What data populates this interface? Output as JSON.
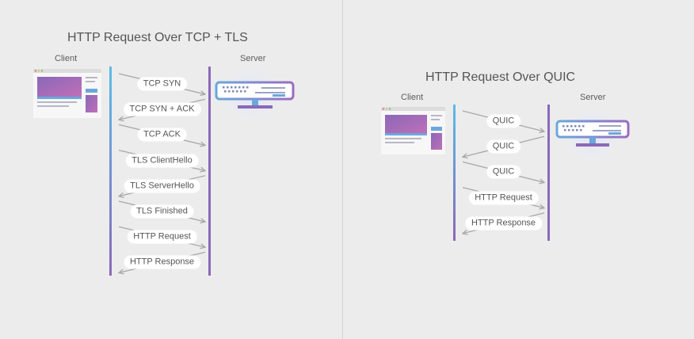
{
  "tcp": {
    "title": "HTTP Request Over TCP + TLS",
    "client_label": "Client",
    "server_label": "Server",
    "messages": [
      {
        "label": "TCP SYN",
        "direction": "to-server"
      },
      {
        "label": "TCP SYN + ACK",
        "direction": "to-client"
      },
      {
        "label": "TCP ACK",
        "direction": "to-server"
      },
      {
        "label": "TLS ClientHello",
        "direction": "to-server"
      },
      {
        "label": "TLS ServerHello",
        "direction": "to-client"
      },
      {
        "label": "TLS Finished",
        "direction": "to-server"
      },
      {
        "label": "HTTP Request",
        "direction": "to-server"
      },
      {
        "label": "HTTP Response",
        "direction": "to-client"
      }
    ]
  },
  "quic": {
    "title": "HTTP Request Over QUIC",
    "client_label": "Client",
    "server_label": "Server",
    "messages": [
      {
        "label": "QUIC",
        "direction": "to-server"
      },
      {
        "label": "QUIC",
        "direction": "to-client"
      },
      {
        "label": "QUIC",
        "direction": "to-server"
      },
      {
        "label": "HTTP Request",
        "direction": "to-server"
      },
      {
        "label": "HTTP Response",
        "direction": "to-client"
      }
    ]
  },
  "colors": {
    "lifeline_client_top": "#5bbde6",
    "lifeline_client_bottom": "#8a68b8",
    "lifeline_server": "#8a68b8",
    "arrow": "#a8a8a8",
    "window_gradient_start": "#8a68b8",
    "window_gradient_end": "#c06fb8"
  },
  "icons": {
    "client": "browser-window-icon",
    "server": "server-rack-icon"
  }
}
